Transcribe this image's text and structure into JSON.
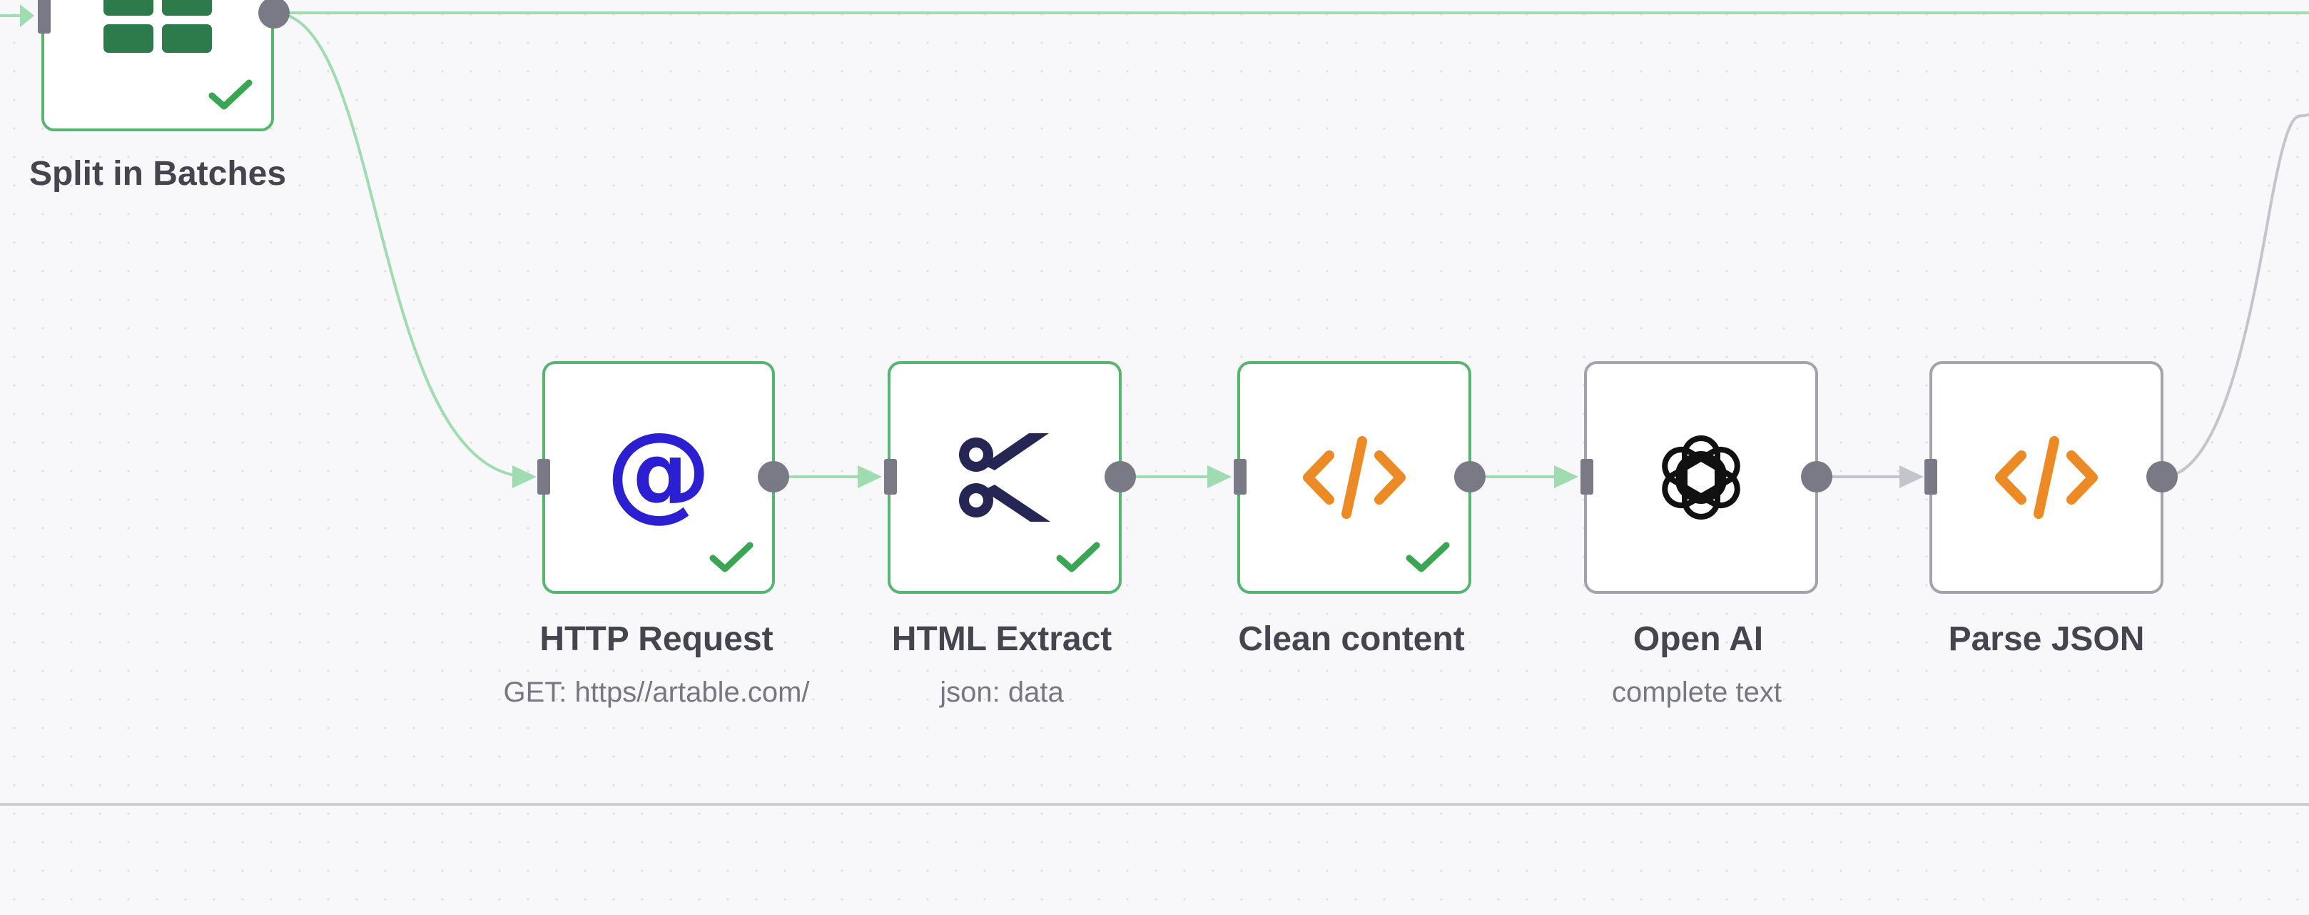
{
  "canvas": {
    "background": "#f8f8fb"
  },
  "colors": {
    "success_border": "#56b56e",
    "idle_border": "#a3a3ad",
    "check": "#3aa654",
    "edge_success": "#9fdcaf",
    "edge_idle": "#c4c4cc",
    "port": "#7a7a86"
  },
  "nodes": {
    "split_in_batches": {
      "name": "Split in Batches",
      "icon": "grid-icon",
      "icon_color": "#2d7a4a",
      "status": "success"
    },
    "http_request": {
      "name": "HTTP Request",
      "subtitle": "GET: https//artable.com/",
      "icon": "at-sign-icon",
      "icon_color": "#2b1fd1",
      "status": "success"
    },
    "html_extract": {
      "name": "HTML Extract",
      "subtitle": "json: data",
      "icon": "scissors-icon",
      "icon_color": "#262654",
      "status": "success"
    },
    "clean_content": {
      "name": "Clean content",
      "icon": "code-icon",
      "icon_color": "#ec8b25",
      "status": "success"
    },
    "open_ai": {
      "name": "Open AI",
      "subtitle": "complete text",
      "icon": "openai-icon",
      "icon_color": "#111111",
      "status": "idle"
    },
    "parse_json": {
      "name": "Parse JSON",
      "icon": "code-icon",
      "icon_color": "#ec8b25",
      "status": "idle"
    }
  }
}
